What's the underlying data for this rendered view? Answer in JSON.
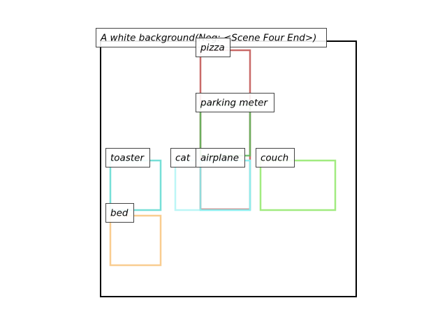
{
  "caption": "A white background(Neg: <Scene Four End>)",
  "boxes": [
    {
      "id": "pizza",
      "label": "pizza",
      "color": "#c0504d"
    },
    {
      "id": "parking-meter",
      "label": "parking meter",
      "color": "#5cb85c"
    },
    {
      "id": "toaster",
      "label": "toaster",
      "color": "#5fd9d0"
    },
    {
      "id": "cat",
      "label": "cat",
      "color": "#b0f4f4"
    },
    {
      "id": "airplane",
      "label": "airplane",
      "color": "#88eef0"
    },
    {
      "id": "couch",
      "label": "couch",
      "color": "#90e86a"
    },
    {
      "id": "bed",
      "label": "bed",
      "color": "#f8c47c"
    }
  ],
  "frame_color": "#000000"
}
